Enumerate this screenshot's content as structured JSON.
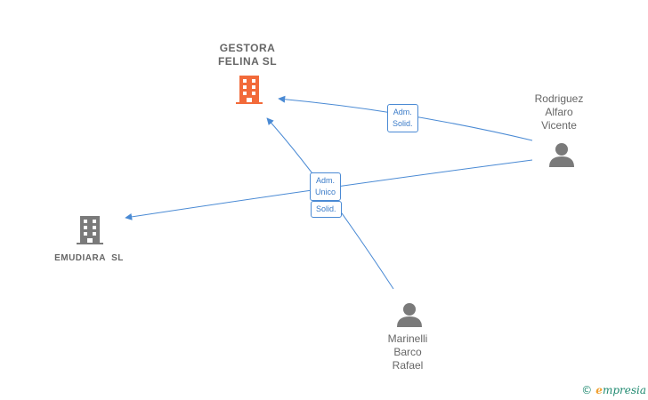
{
  "nodes": {
    "gestora": {
      "name": "GESTORA\nFELINA  SL",
      "color": "#f26a3a"
    },
    "emudiara": {
      "name": "EMUDIARA  SL",
      "color": "#7a7a7a"
    },
    "rodriguez": {
      "name": "Rodriguez\nAlfaro\nVicente",
      "color": "#7a7a7a"
    },
    "marinelli": {
      "name": "Marinelli\nBarco\nRafael",
      "color": "#7a7a7a"
    }
  },
  "edges": [
    {
      "from": "rodriguez",
      "to": "gestora",
      "label": "Adm.\nSolid."
    },
    {
      "from": "rodriguez",
      "to": "emudiara",
      "label": "Adm.\nUnico"
    },
    {
      "from": "marinelli",
      "to": "gestora",
      "label": "Solid."
    }
  ],
  "edge_color": "#4a8ad4",
  "brand": {
    "symbol": "©",
    "initial": "e",
    "rest": "mpresia"
  }
}
